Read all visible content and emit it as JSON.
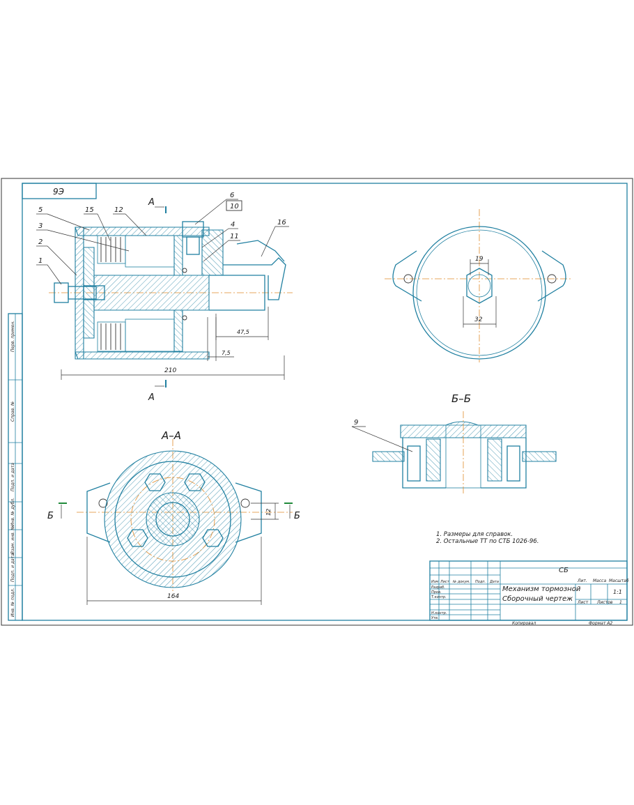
{
  "sheet": {
    "corner_code": "9Э",
    "side_labels": [
      "Перв. примен.",
      "Справ. №",
      "Подп. и дата",
      "Инв. № дубл.",
      "Взам. инв. №",
      "Подп. и дата",
      "Инв. № подл."
    ]
  },
  "views": {
    "main": {
      "section_marker_top": "А",
      "section_marker_bottom": "А",
      "dim_overall": "210",
      "dim_shaft": "47,5",
      "dim_small": "7,5",
      "callouts": [
        "1",
        "2",
        "3",
        "5",
        "15",
        "12",
        "6",
        "10",
        "4",
        "11",
        "16"
      ]
    },
    "section_aa": {
      "title": "А–А",
      "marker_left": "Б",
      "marker_right": "Б",
      "dim_width": "164",
      "dim_height": "12"
    },
    "top_view": {
      "dim_across_flats": "19",
      "dim_diameter": "32"
    },
    "section_bb": {
      "title": "Б–Б",
      "callouts": [
        "9"
      ]
    }
  },
  "notes": {
    "line1": "1. Размеры для справок.",
    "line2": "2. Остальные ТТ по СТБ 1026-96."
  },
  "title_block": {
    "designation": "СБ",
    "name_line1": "Механизм тормозной",
    "name_line2": "Сборочный чертеж",
    "col_headers": [
      "Изм",
      "Лист",
      "№ докум.",
      "Подп.",
      "Дата"
    ],
    "rows": [
      "Разраб.",
      "Пров.",
      "Т.контр.",
      "",
      "Н.контр.",
      "Утв."
    ],
    "lit_label": "Лит.",
    "mass_label": "Масса",
    "scale_label": "Масштаб",
    "scale_value": "1:1",
    "sheet_label": "Лист",
    "sheets_label": "Листов",
    "sheets_value": "1",
    "copied": "Копировал",
    "format": "Формат A2"
  },
  "colors": {
    "outline": "#1f7fa0",
    "axis": "#e08a2a",
    "text": "#1a1a1a"
  }
}
